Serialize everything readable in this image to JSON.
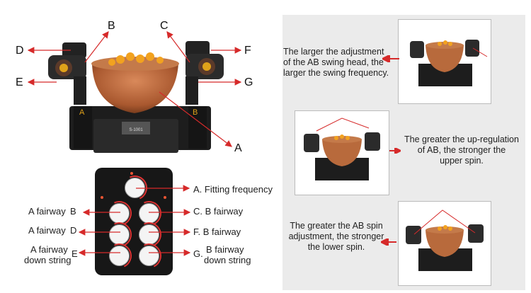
{
  "machine_labels": {
    "A": "A",
    "B": "B",
    "C": "C",
    "D": "D",
    "E": "E",
    "F": "F",
    "G": "G"
  },
  "panel_labels": {
    "A": "A. Fitting frequency",
    "B_left": "A fairway",
    "B_letter": "B",
    "C": "C. B fairway",
    "D_left": "A fairway",
    "D_letter": "D",
    "F": "F.  B fairway",
    "E_left_line1": "A fairway",
    "E_left_line2": "down string",
    "E_letter": "E",
    "G_letter": "G.",
    "G_line1": "B fairway",
    "G_line2": "down string"
  },
  "notes": {
    "swing": [
      "The larger the adjustment",
      "of the AB swing head, the",
      "larger the swing frequency."
    ],
    "upper": [
      "The greater the up-regulation",
      "of AB, the stronger the",
      "upper spin."
    ],
    "lower": [
      "The greater the AB spin",
      "adjustment, the stronger",
      "the lower spin."
    ]
  },
  "colors": {
    "arrow": "#d62a2a",
    "bowl": "#b86a3c",
    "balls": "#f2a21f",
    "machine": "#1b1b1b",
    "panel": "#ebebeb"
  }
}
